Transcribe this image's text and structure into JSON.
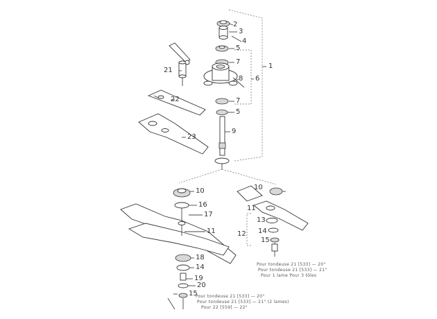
{
  "callouts": [
    {
      "id": "c1",
      "text": "1"
    },
    {
      "id": "c2",
      "text": "2"
    },
    {
      "id": "c3",
      "text": "3"
    },
    {
      "id": "c4",
      "text": "4"
    },
    {
      "id": "c5a",
      "text": "5"
    },
    {
      "id": "c6",
      "text": "6"
    },
    {
      "id": "c7a",
      "text": "7"
    },
    {
      "id": "c8",
      "text": "8"
    },
    {
      "id": "c7b",
      "text": "7"
    },
    {
      "id": "c5b",
      "text": "5"
    },
    {
      "id": "c9",
      "text": "9"
    },
    {
      "id": "c21",
      "text": "21"
    },
    {
      "id": "c22",
      "text": "22"
    },
    {
      "id": "c23",
      "text": "23"
    },
    {
      "id": "c10a",
      "text": "10"
    },
    {
      "id": "c16",
      "text": "16"
    },
    {
      "id": "c17",
      "text": "17"
    },
    {
      "id": "c11a",
      "text": "11"
    },
    {
      "id": "c18",
      "text": "18"
    },
    {
      "id": "c14a",
      "text": "14"
    },
    {
      "id": "c19",
      "text": "19"
    },
    {
      "id": "c20",
      "text": "20"
    },
    {
      "id": "c15a",
      "text": "15"
    },
    {
      "id": "c10b",
      "text": "10"
    },
    {
      "id": "c11b",
      "text": "11"
    },
    {
      "id": "c13",
      "text": "13"
    },
    {
      "id": "c12",
      "text": "12"
    },
    {
      "id": "c14b",
      "text": "14"
    },
    {
      "id": "c15b",
      "text": "15"
    }
  ],
  "notes": {
    "right_line1": "Pour tondeuse 21 [533] — 20\"",
    "right_line2": "Pour tondeuse 21 [533] — 21\"",
    "right_line3": "Pour 1 lame   Pour 3 tôles",
    "bottom_line1": "Pour tondeuse 21 [533] — 20\"",
    "bottom_line2": "Pour tondeuse 21 [533] — 21\" (2 lames)",
    "bottom_line3": "Pour 22 [559] — 22\""
  }
}
